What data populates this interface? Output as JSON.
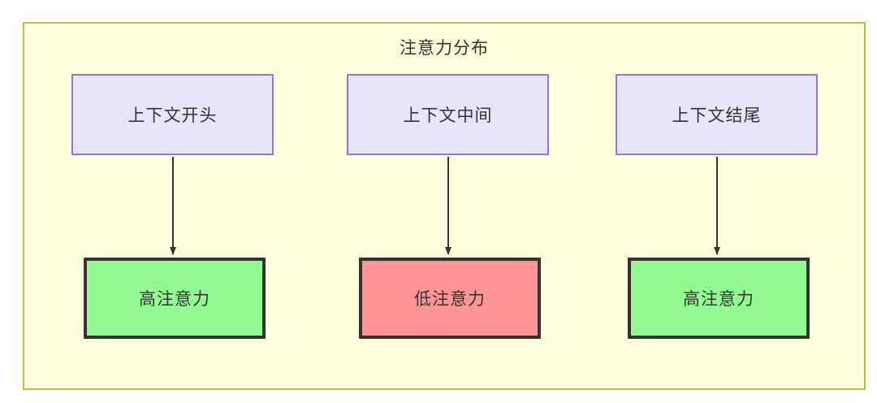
{
  "diagram": {
    "title": "注意力分布",
    "container": {
      "fill": "#ffffdd",
      "stroke": "#bfbf35"
    },
    "context_nodes": [
      {
        "id": "ctx-start",
        "label": "上下文开头",
        "fill": "#e7e4fb",
        "stroke": "#9673d9"
      },
      {
        "id": "ctx-mid",
        "label": "上下文中间",
        "fill": "#e7e4fb",
        "stroke": "#9673d9"
      },
      {
        "id": "ctx-end",
        "label": "上下文结尾",
        "fill": "#e7e4fb",
        "stroke": "#9673d9"
      }
    ],
    "attention_nodes": [
      {
        "id": "attn-start",
        "label": "高注意力",
        "fill": "#93fa93",
        "stroke": "#333333",
        "level": "high"
      },
      {
        "id": "attn-mid",
        "label": "低注意力",
        "fill": "#ff9494",
        "stroke": "#333333",
        "level": "low"
      },
      {
        "id": "attn-end",
        "label": "高注意力",
        "fill": "#93fa93",
        "stroke": "#333333",
        "level": "high"
      }
    ],
    "edges": [
      {
        "from": "ctx-start",
        "to": "attn-start",
        "label": "",
        "arrow": "down-arrow"
      },
      {
        "from": "ctx-mid",
        "to": "attn-mid",
        "label": "",
        "arrow": "down-arrow"
      },
      {
        "from": "ctx-end",
        "to": "attn-end",
        "label": "",
        "arrow": "down-arrow"
      }
    ]
  }
}
